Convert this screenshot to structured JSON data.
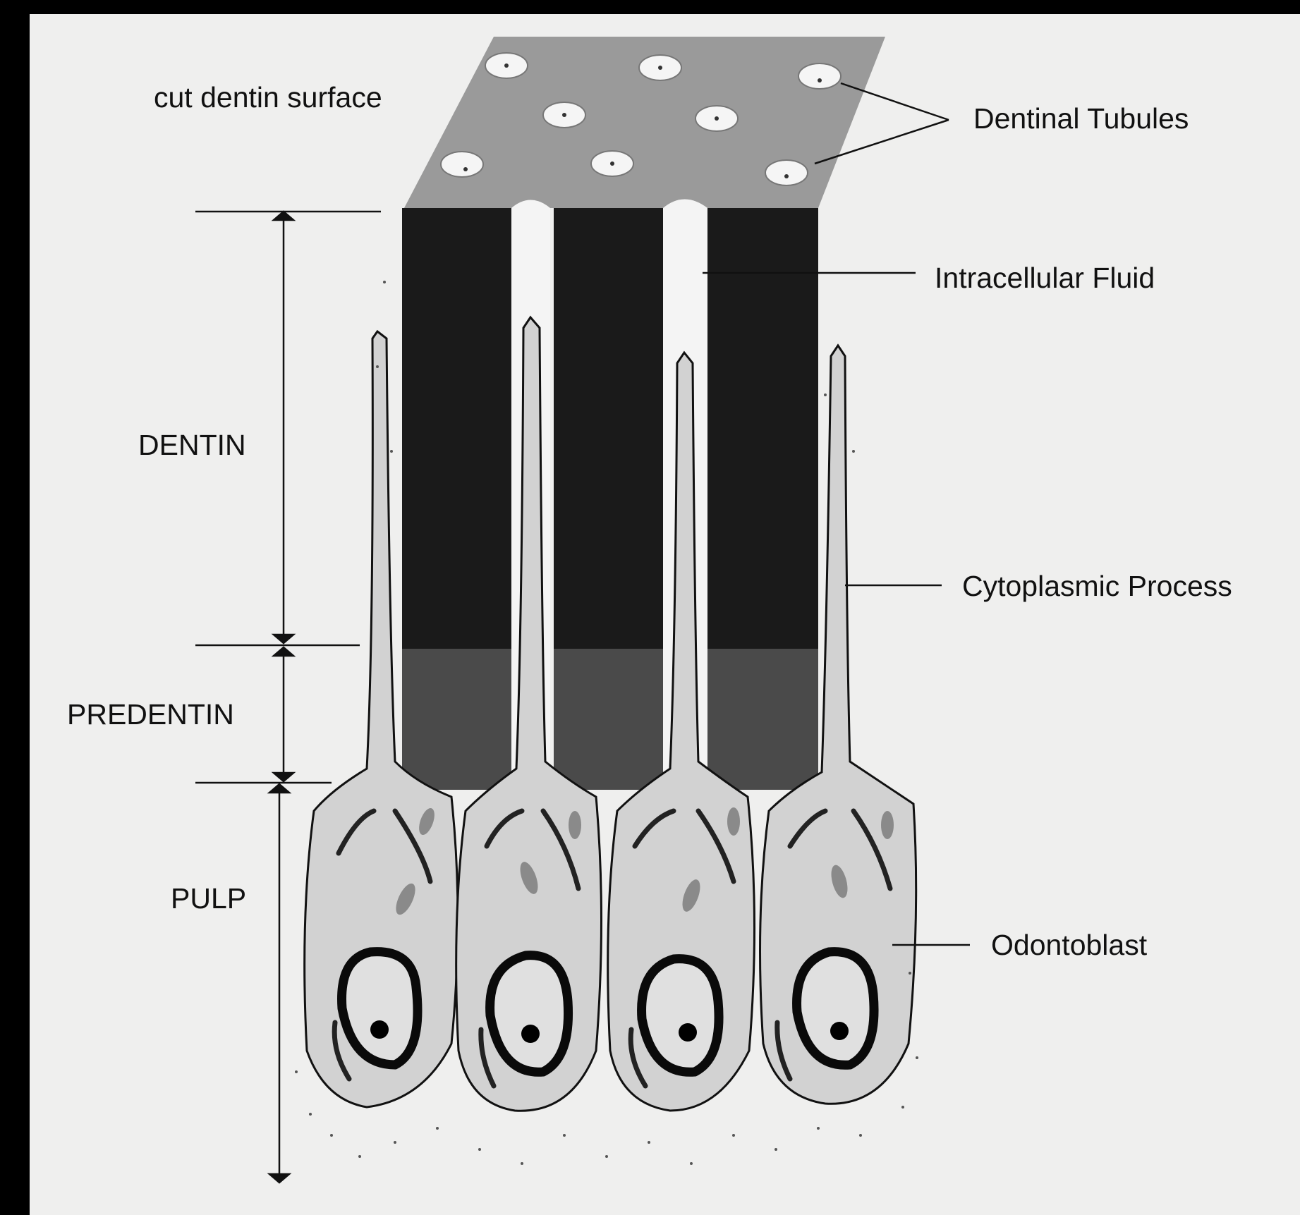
{
  "labels": {
    "cut_surface": "cut dentin surface",
    "dentinal_tubules": "Dentinal Tubules",
    "intracellular_fluid": "Intracellular Fluid",
    "cytoplasmic_process": "Cytoplasmic Process",
    "odontoblast": "Odontoblast",
    "dentin": "DENTIN",
    "predentin": "PREDENTIN",
    "pulp": "PULP"
  },
  "colors": {
    "frame": "#000000",
    "paper": "#efefee",
    "cut_surface": "#9a9a9a",
    "dentin": "#1a1a1a",
    "predentin": "#4a4a4a",
    "cell_fill": "#d2d2d2",
    "ink": "#111111"
  }
}
